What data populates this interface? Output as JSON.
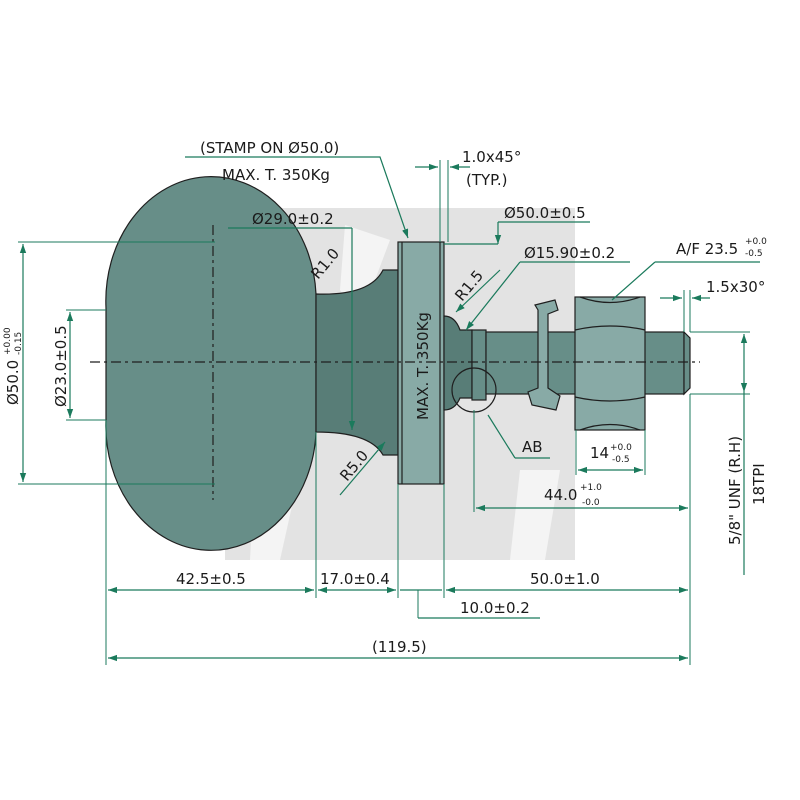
{
  "labels": {
    "stamp_note": "(STAMP ON Ø50.0)",
    "stamp_text": "MAX. T. 350Kg",
    "stamp_on_part": "MAX. T. 350Kg",
    "chamfer": "1.0x45°",
    "chamfer_typ": "(TYP.)",
    "neck_dia": "Ø29.0±0.2",
    "flange_dia": "Ø50.0±0.5",
    "groove_dia": "Ø15.90±0.2",
    "radius_r10": "R1.0",
    "radius_r15": "R1.5",
    "radius_r50": "R5.0",
    "across_flats_base": "A/F 23.5",
    "across_flats_tol_plus": "+0.0",
    "across_flats_tol_minus": "-0.5",
    "thread_chamfer": "1.5x30°",
    "ball_dia_base": "Ø50.0",
    "ball_dia_tol_plus": "+0.00",
    "ball_dia_tol_minus": "-0.15",
    "flat_dia": "Ø23.0±0.5",
    "detail_ref": "AB",
    "nut_len_base": "14",
    "nut_len_tol_plus": "+0.0",
    "nut_len_tol_minus": "-0.5",
    "thread_len_base": "44.0",
    "thread_len_tol_plus": "+1.0",
    "thread_len_tol_minus": "-0.0",
    "thread_spec": "5/8\" UNF (R.H)",
    "thread_tpi": "18TPI",
    "ball_len": "42.5±0.5",
    "neck_len": "17.0±0.4",
    "shank_len": "50.0±1.0",
    "flange_len": "10.0±0.2",
    "overall_len": "(119.5)"
  },
  "colors": {
    "part": "#678e88",
    "part_dark": "#587d77",
    "part_light": "#88aaa6",
    "dimension": "#1b7a5c",
    "outline": "#1f1f1f",
    "watermark": "#e3e3e3"
  }
}
